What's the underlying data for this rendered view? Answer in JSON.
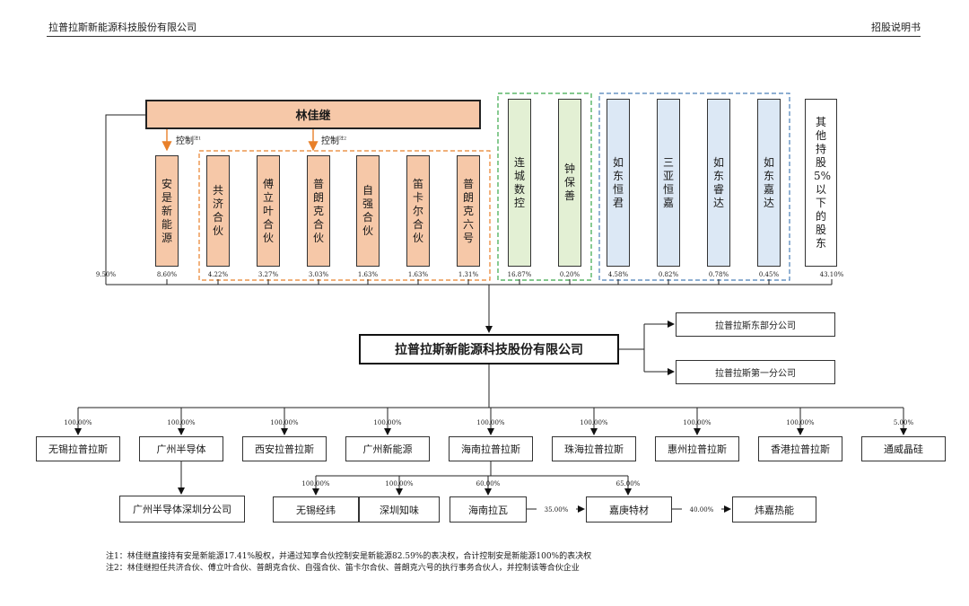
{
  "header": {
    "company": "拉普拉斯新能源科技股份有限公司",
    "doc_type": "招股说明书"
  },
  "controller": {
    "name": "林佳继",
    "control_label_1": "控制",
    "note_mark_1": "注1",
    "control_label_2": "控制",
    "note_mark_2": "注2"
  },
  "shareholders": {
    "direct_pct": "9.50%",
    "orange": [
      {
        "name": "安是新能源",
        "pct": "8.60%"
      },
      {
        "name": "共济合伙",
        "pct": "4.22%"
      },
      {
        "name": "傅立叶合伙",
        "pct": "3.27%"
      },
      {
        "name": "普朗克合伙",
        "pct": "3.03%"
      },
      {
        "name": "自强合伙",
        "pct": "1.63%"
      },
      {
        "name": "笛卡尔合伙",
        "pct": "1.63%"
      },
      {
        "name": "普朗克六号",
        "pct": "1.31%"
      }
    ],
    "green": [
      {
        "name": "连城数控",
        "pct": "16.87%"
      },
      {
        "name": "钟保善",
        "pct": "0.20%"
      }
    ],
    "blue": [
      {
        "name": "如东恒君",
        "pct": "4.58%"
      },
      {
        "name": "三亚恒嘉",
        "pct": "0.82%"
      },
      {
        "name": "如东睿达",
        "pct": "0.78%"
      },
      {
        "name": "如东嘉达",
        "pct": "0.45%"
      }
    ],
    "other": {
      "name": "其他持股5%以下的股东",
      "pct": "43.10%"
    }
  },
  "company": {
    "name": "拉普拉斯新能源科技股份有限公司"
  },
  "branches": [
    "拉普拉斯东部分公司",
    "拉普拉斯第一分公司"
  ],
  "subsidiaries": [
    {
      "name": "无锡拉普拉斯",
      "pct": "100.00%"
    },
    {
      "name": "广州半导体",
      "pct": "100.00%"
    },
    {
      "name": "西安拉普拉斯",
      "pct": "100.00%"
    },
    {
      "name": "广州新能源",
      "pct": "100.00%"
    },
    {
      "name": "海南拉普拉斯",
      "pct": "100.00%"
    },
    {
      "name": "珠海拉普拉斯",
      "pct": "100.00%"
    },
    {
      "name": "惠州拉普拉斯",
      "pct": "100.00%"
    },
    {
      "name": "香港拉普拉斯",
      "pct": "100.00%"
    },
    {
      "name": "通威晶硅",
      "pct": "5.00%"
    }
  ],
  "sub_branch": "广州半导体深圳分公司",
  "hainan_subs": [
    {
      "name": "无锡经纬",
      "pct": "100.00%"
    },
    {
      "name": "深圳知味",
      "pct": "100.00%"
    },
    {
      "name": "海南拉瓦",
      "pct": "60.00%"
    },
    {
      "name": "嘉庚特材",
      "pct": "65.00%"
    },
    {
      "name": "炜嘉热能",
      "pct": ""
    }
  ],
  "chain": {
    "lava_to_jiageng": "35.00%",
    "jiageng_to_weijia": "40.00%"
  },
  "notes": [
    "注1：林佳继直接持有安是新能源17.41%股权，并通过知享合伙控制安是新能源82.59%的表决权，合计控制安是新能源100%的表决权",
    "注2：林佳继担任共济合伙、傅立叶合伙、普朗克合伙、自强合伙、笛卡尔合伙、普朗克六号的执行事务合伙人，并控制该等合伙企业"
  ],
  "colors": {
    "orange_fill": "#f6c8a8",
    "green_fill": "#e3f0d4",
    "blue_fill": "#dce8f5",
    "arrow_orange": "#e8802a",
    "dash_orange": "#e8802a",
    "dash_green": "#3aa84a",
    "dash_blue": "#4a7fb8"
  }
}
